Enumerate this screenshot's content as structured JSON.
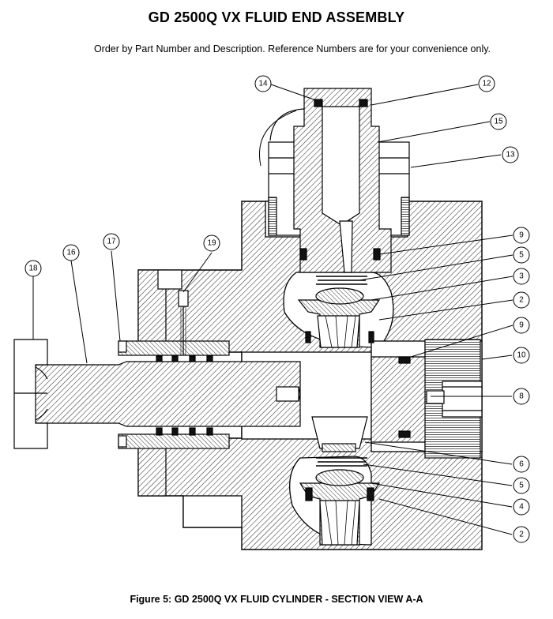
{
  "document": {
    "title": "GD 2500Q VX FLUID END ASSEMBLY",
    "instruction": "Order by Part Number and Description.  Reference Numbers are for your convenience only.",
    "caption": "Figure 5: GD 2500Q VX FLUID CYLINDER - SECTION VIEW A-A"
  },
  "callouts": [
    {
      "id": "c14",
      "label": "14"
    },
    {
      "id": "c12",
      "label": "12"
    },
    {
      "id": "c15",
      "label": "15"
    },
    {
      "id": "c13",
      "label": "13"
    },
    {
      "id": "c9a",
      "label": "9"
    },
    {
      "id": "c5a",
      "label": "5"
    },
    {
      "id": "c3",
      "label": "3"
    },
    {
      "id": "c2a",
      "label": "2"
    },
    {
      "id": "c9b",
      "label": "9"
    },
    {
      "id": "c10",
      "label": "10"
    },
    {
      "id": "c8",
      "label": "8"
    },
    {
      "id": "c6",
      "label": "6"
    },
    {
      "id": "c5b",
      "label": "5"
    },
    {
      "id": "c4",
      "label": "4"
    },
    {
      "id": "c2b",
      "label": "2"
    },
    {
      "id": "c18",
      "label": "18"
    },
    {
      "id": "c16",
      "label": "16"
    },
    {
      "id": "c17",
      "label": "17"
    },
    {
      "id": "c19",
      "label": "19"
    }
  ]
}
